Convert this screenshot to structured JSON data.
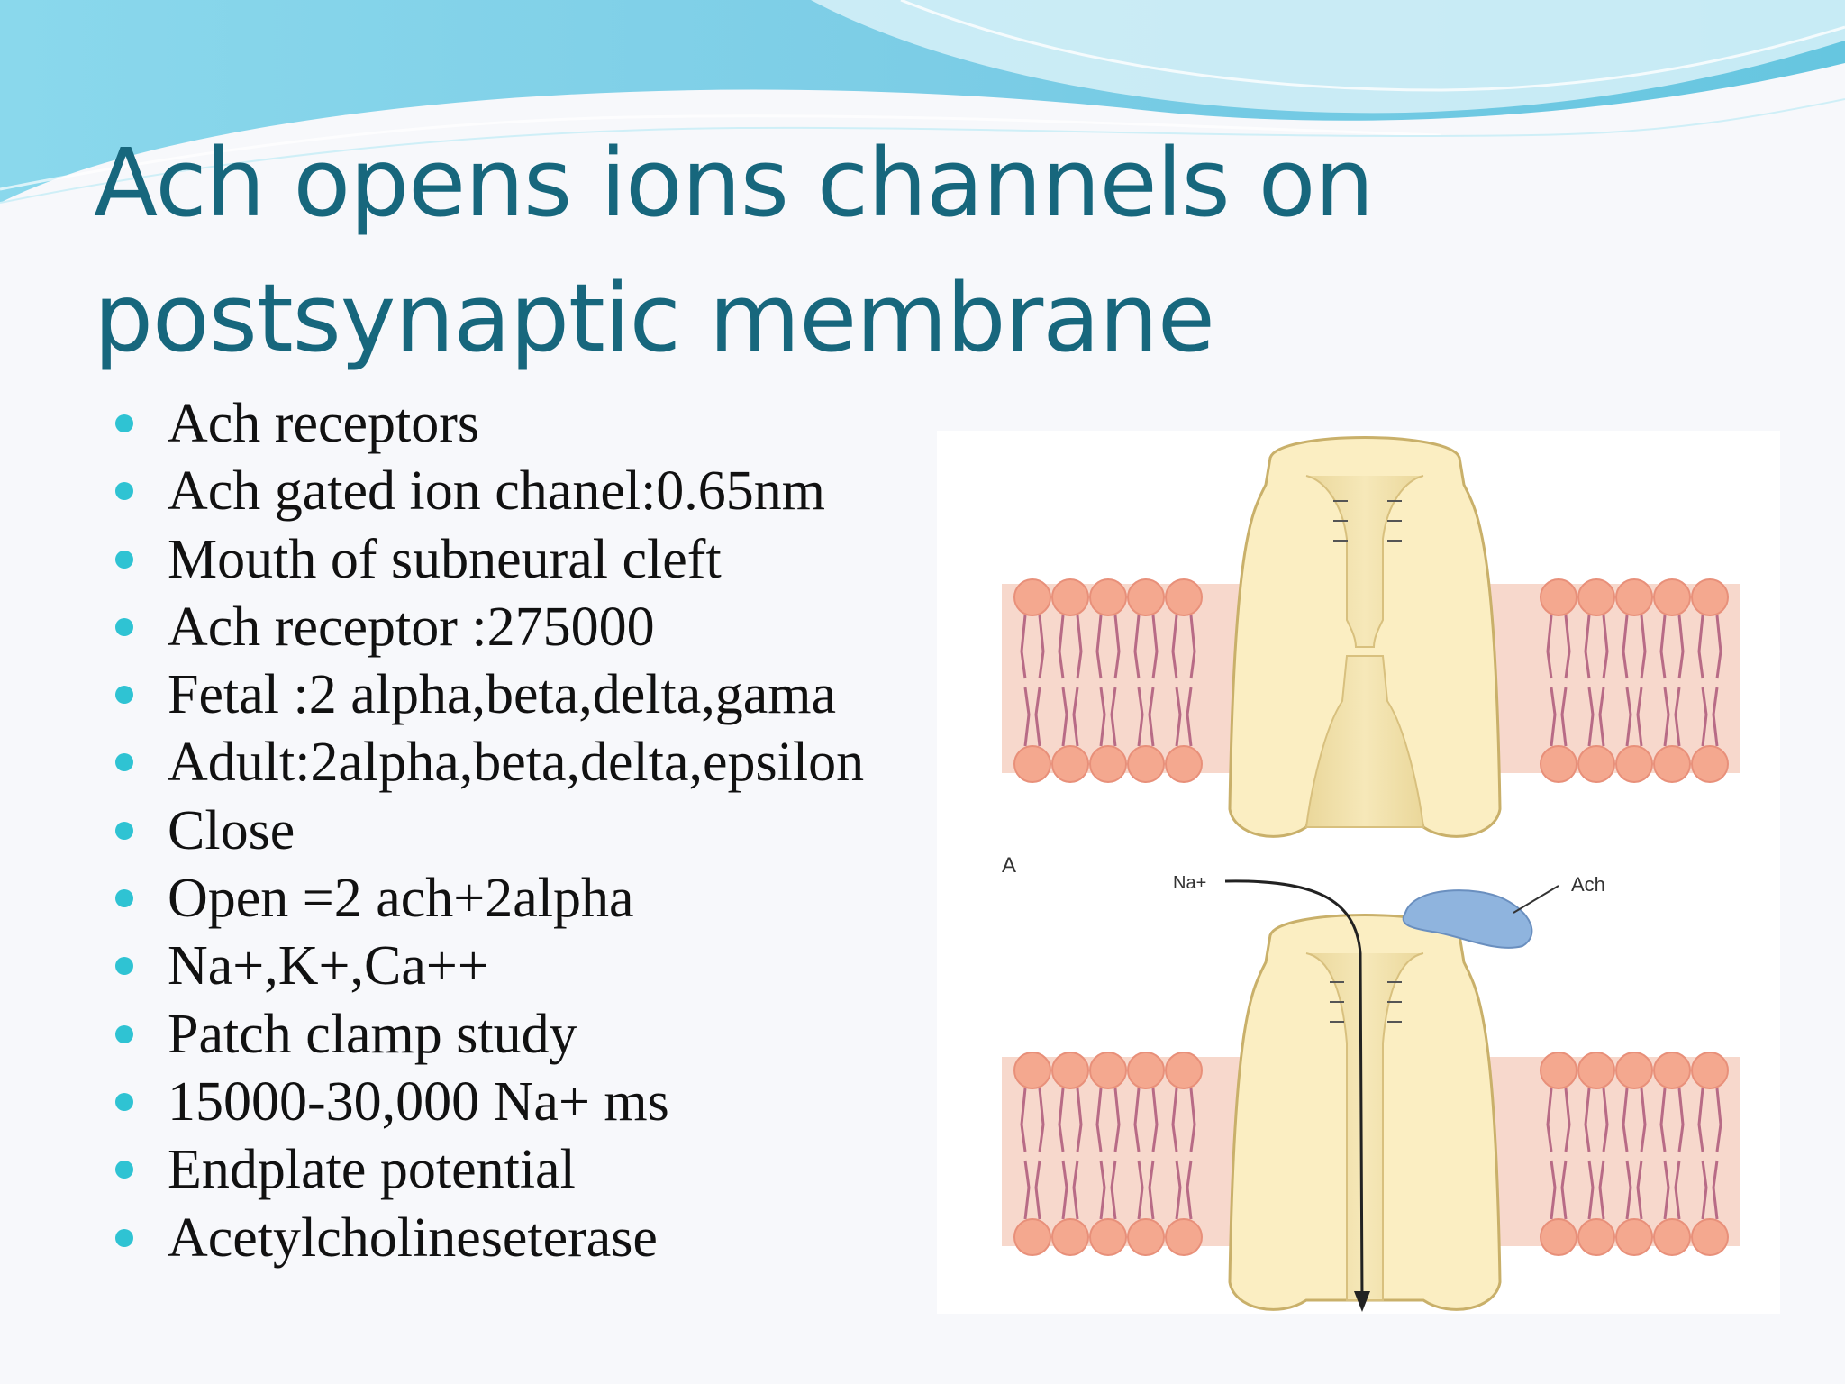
{
  "slide": {
    "title_line1": "Ach opens ions channels on",
    "title_line2": "postsynaptic membrane",
    "bullets": [
      "Ach receptors",
      "Ach gated ion chanel:0.65nm",
      "Mouth of subneural cleft",
      "Ach receptor :275000",
      "Fetal :2 alpha,beta,delta,gama",
      "Adult:2alpha,beta,delta,epsilon",
      "Close",
      "Open =2 ach+2alpha",
      "Na+,K+,Ca++",
      "Patch clamp study",
      "15000-30,000 Na+ ms",
      "Endplate potential",
      "Acetylcholineseterase"
    ]
  },
  "figure": {
    "panel_label": "A",
    "ion_label": "Na+",
    "ligand_label": "Ach",
    "icons": [
      "closed-channel",
      "open-channel",
      "lipid-bilayer",
      "ion-flow-arrow"
    ]
  },
  "colors": {
    "title": "#17677d",
    "bullet": "#2fc3d3",
    "channel": "#fbeec2",
    "lipid_head": "#f4a88f",
    "membrane": "#f7d8cc",
    "ach": "#8fb4de"
  }
}
